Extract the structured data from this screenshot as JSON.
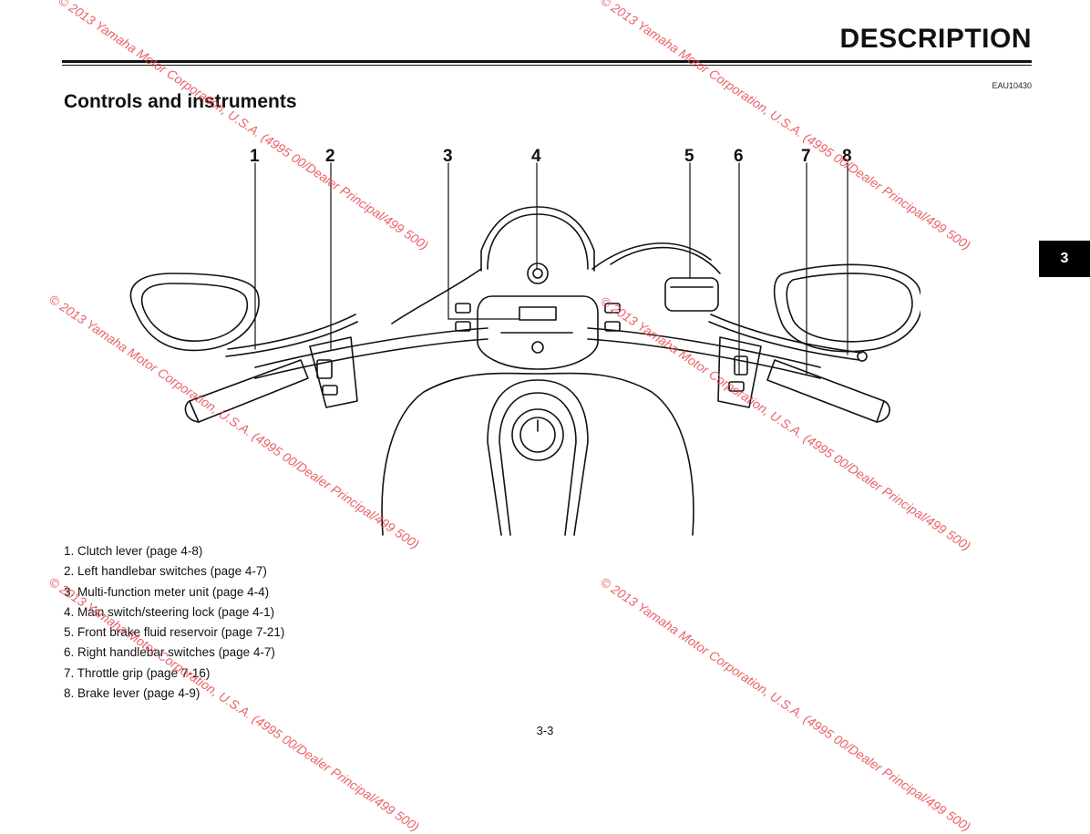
{
  "header": {
    "title": "DESCRIPTION",
    "doc_code": "EAU10430"
  },
  "section": {
    "heading": "Controls and instruments"
  },
  "chapter_tab": "3",
  "figure": {
    "callouts": [
      "1",
      "2",
      "3",
      "4",
      "5",
      "6",
      "7",
      "8"
    ]
  },
  "legend": [
    "1. Clutch lever (page 4-8)",
    "2. Left handlebar switches (page 4-7)",
    "3. Multi-function meter unit (page 4-4)",
    "4. Main switch/steering lock (page 4-1)",
    "5. Front brake fluid reservoir (page 7-21)",
    "6. Right handlebar switches (page 4-7)",
    "7. Throttle grip (page 7-16)",
    "8. Brake lever (page 4-9)"
  ],
  "page_number": "3-3",
  "watermark": "© 2013 Yamaha Motor Corporation, U.S.A. (4995 00/Dealer Principal/499 500)"
}
